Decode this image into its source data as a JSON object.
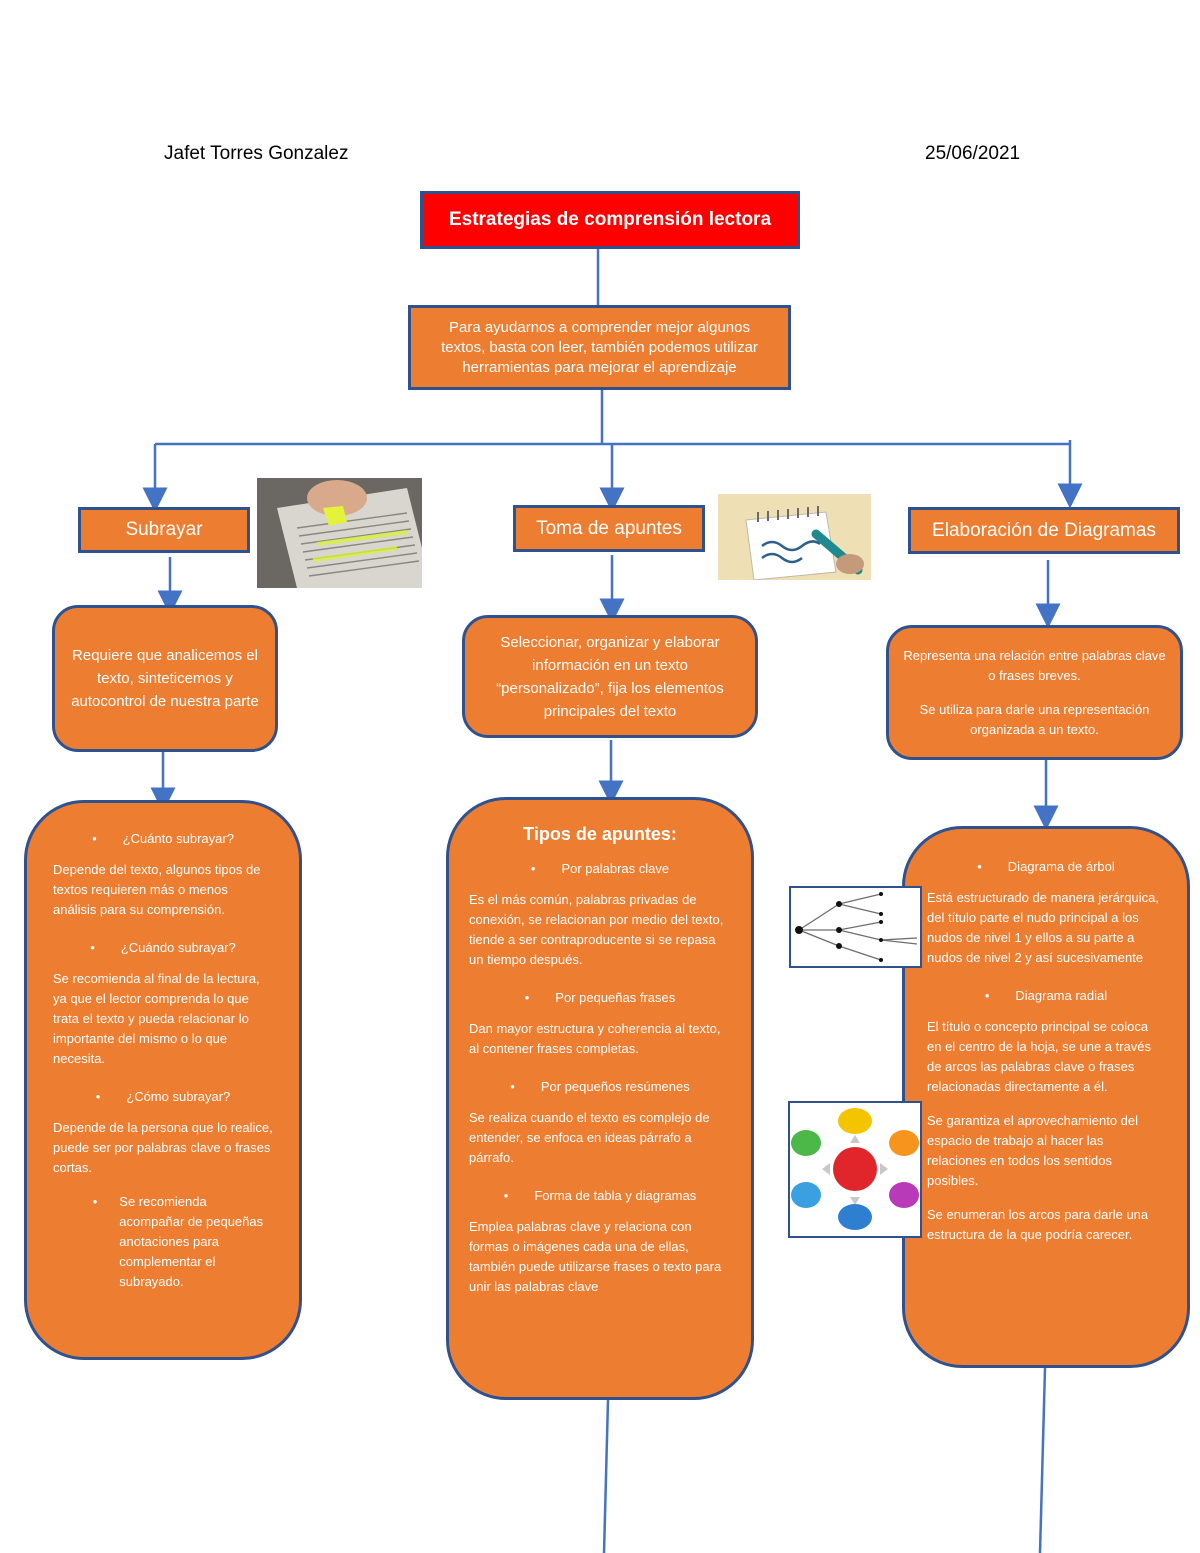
{
  "header": {
    "author": "Jafet Torres Gonzalez",
    "date": "25/06/2021"
  },
  "title": "Estrategias de comprensión lectora",
  "intro": "Para ayudarnos a comprender mejor algunos textos, basta con leer, también podemos utilizar herramientas para mejorar el aprendizaje",
  "branches": {
    "left": {
      "label": "Subrayar",
      "desc": "Requiere que analicemos el texto, sinteticemos y autocontrol de nuestra parte",
      "items": [
        {
          "bullet": "¿Cuánto subrayar?",
          "text": "Depende del texto, algunos tipos de textos requieren más o menos análisis para su comprensión."
        },
        {
          "bullet": "¿Cuándo subrayar?",
          "text": "Se recomienda al final de la lectura, ya que el lector comprenda lo que trata el texto y pueda relacionar lo importante del mismo o lo que necesita."
        },
        {
          "bullet": "¿Cómo subrayar?",
          "text": "Depende de la persona que lo realice, puede ser por palabras clave o frases cortas."
        }
      ],
      "last_bullet": "Se recomienda acompañar de pequeñas anotaciones para complementar el subrayado."
    },
    "center": {
      "label": "Toma de apuntes",
      "desc": "Seleccionar, organizar y elaborar información en un texto “personalizado”, fija los elementos principales del texto",
      "heading": "Tipos de apuntes:",
      "items": [
        {
          "bullet": "Por palabras clave",
          "text": "Es el más común, palabras privadas de conexión, se relacionan por medio del texto, tiende a ser contraproducente si se repasa un tiempo después."
        },
        {
          "bullet": "Por pequeñas frases",
          "text": "Dan mayor estructura y coherencia al texto, al contener frases completas."
        },
        {
          "bullet": "Por pequeños resúmenes",
          "text": "Se realiza cuando el texto es complejo de entender, se enfoca en ideas párrafo a párrafo."
        },
        {
          "bullet": "Forma de tabla y diagramas",
          "text": "Emplea palabras clave y relaciona con formas o imágenes cada una de ellas, también puede utilizarse frases o texto para unir las palabras clave"
        }
      ]
    },
    "right": {
      "label": "Elaboración de Diagramas",
      "desc1": "Representa una relación entre palabras clave o frases breves.",
      "desc2": "Se utiliza para darle una representación organizada a un texto.",
      "items": [
        {
          "bullet": "Diagrama de árbol",
          "text": "Está estructurado de manera jerárquica, del título parte el nudo principal a los nudos de nivel 1 y ellos a su parte a nudos de nivel 2 y así sucesivamente"
        },
        {
          "bullet": "Diagrama radial",
          "text": "El título o concepto principal se coloca en el centro de la hoja, se une a través de arcos las palabras clave o frases relacionadas directamente a él."
        }
      ],
      "extra": [
        "Se garantiza el aprovechamiento del espacio de trabajo al hacer las relaciones en todos los sentidos posibles.",
        "Se enumeran los arcos para darle una estructura de la que podría carecer."
      ]
    }
  },
  "colors": {
    "box": "#ed7d31",
    "border": "#2f528f",
    "title": "#ff0000",
    "line": "#4472c4"
  },
  "icons": [
    "highlighter-photo",
    "notepad-pen-icon",
    "tree-diagram-icon",
    "radial-diagram-icon"
  ]
}
